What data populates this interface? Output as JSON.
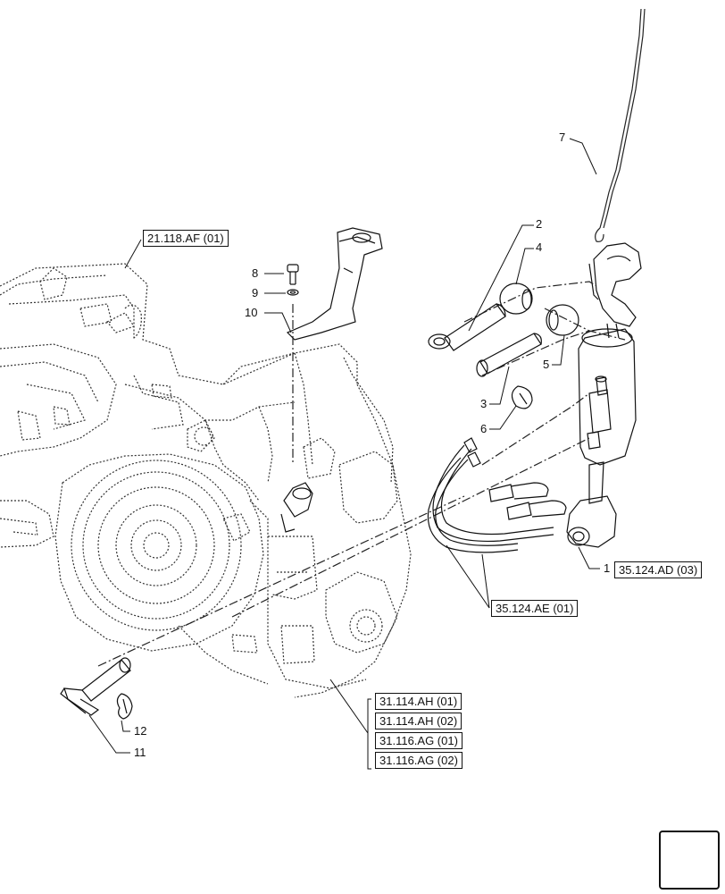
{
  "callouts": {
    "c1": "1",
    "c2": "2",
    "c3": "3",
    "c4": "4",
    "c5": "5",
    "c6": "6",
    "c7": "7",
    "c8": "8",
    "c9": "9",
    "c10": "10",
    "c11": "11",
    "c12": "12"
  },
  "references": {
    "r_21_118": "21.118.AF (01)",
    "r_35_124_ad": "35.124.AD (03)",
    "r_35_124_ae": "35.124.AE (01)",
    "r_31_114_ah_01": "31.114.AH (01)",
    "r_31_114_ah_02": "31.114.AH (02)",
    "r_31_116_ag_01": "31.116.AG (01)",
    "r_31_116_ag_02": "31.116.AG (02)"
  },
  "icons": {
    "navigation": "next-page-arrow-icon"
  }
}
